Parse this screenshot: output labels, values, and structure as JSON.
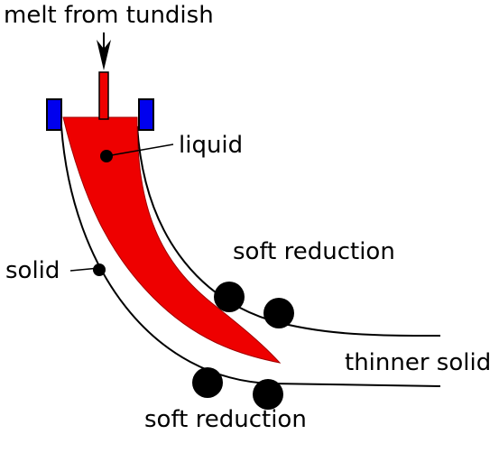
{
  "labels": {
    "melt_from_tundish": "melt from tundish",
    "liquid": "liquid",
    "solid": "solid",
    "soft_reduction_upper": "soft reduction",
    "thinner_solid": "thinner solid",
    "soft_reduction_lower": "soft reduction"
  },
  "colors": {
    "melt": "#ee0000",
    "mold": "#0000ee",
    "roller": "#000000",
    "outline": "#000000",
    "background": "#ffffff"
  }
}
